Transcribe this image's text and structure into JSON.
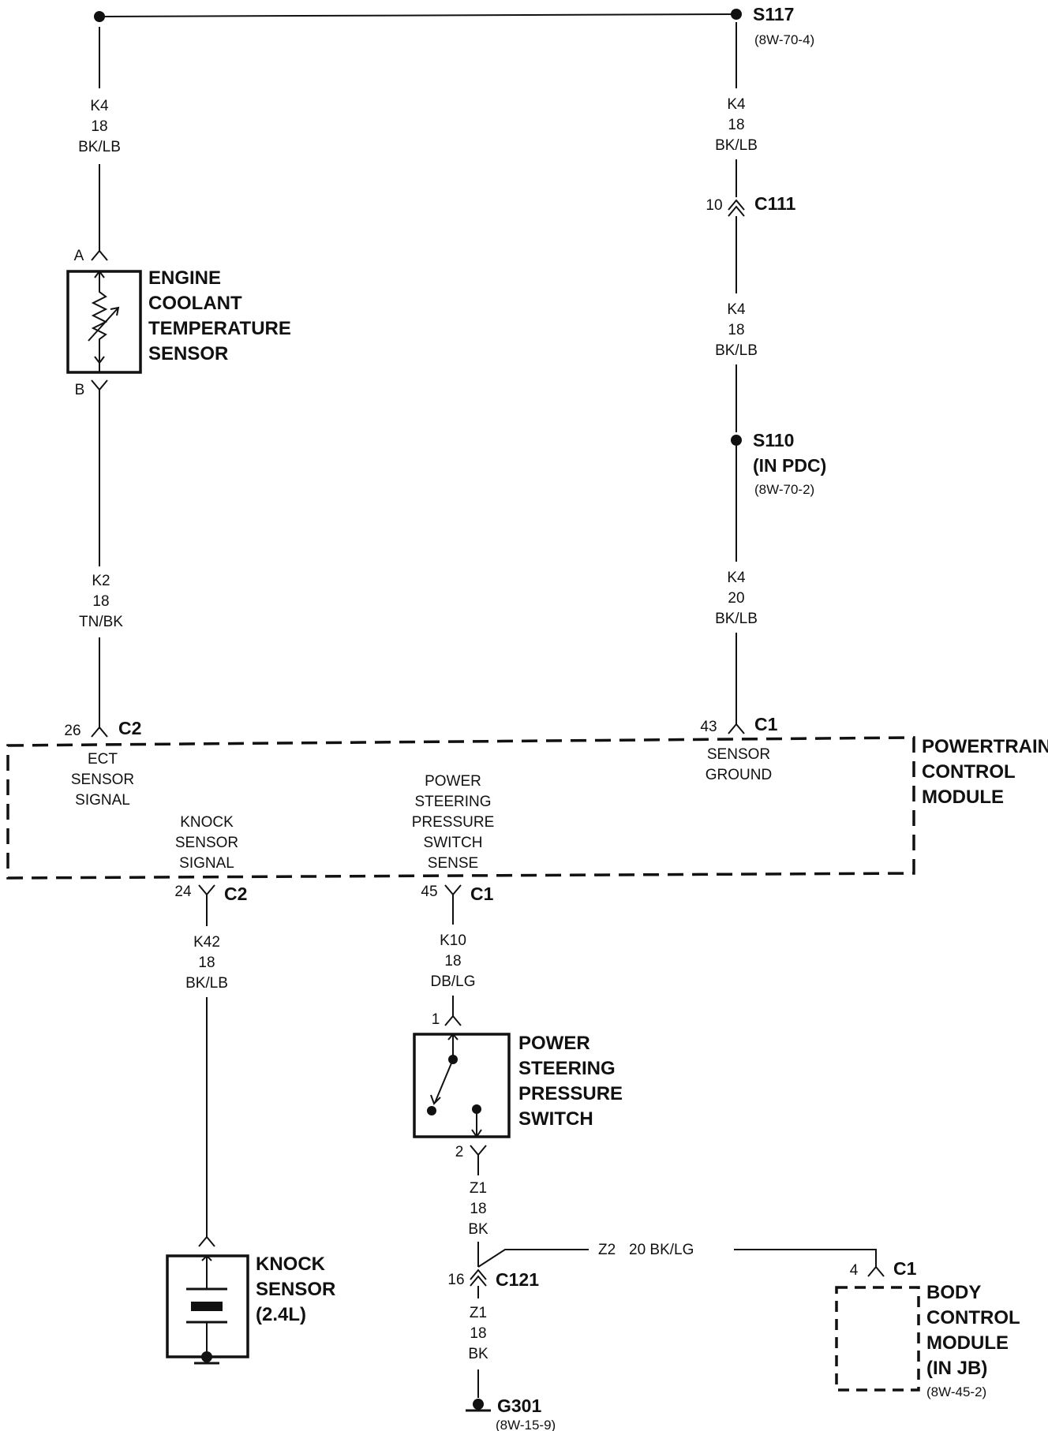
{
  "splices": {
    "s117": {
      "name": "S117",
      "ref": "(8W-70-4)"
    },
    "s110": {
      "name": "S110",
      "location": "(IN PDC)",
      "ref": "(8W-70-2)"
    }
  },
  "wires": {
    "k4_left": {
      "circuit": "K4",
      "gauge": "18",
      "color": "BK/LB"
    },
    "k4_right_top": {
      "circuit": "K4",
      "gauge": "18",
      "color": "BK/LB"
    },
    "k4_right_mid": {
      "circuit": "K4",
      "gauge": "18",
      "color": "BK/LB"
    },
    "k4_right_low": {
      "circuit": "K4",
      "gauge": "20",
      "color": "BK/LB"
    },
    "k2": {
      "circuit": "K2",
      "gauge": "18",
      "color": "TN/BK"
    },
    "k42": {
      "circuit": "K42",
      "gauge": "18",
      "color": "BK/LB"
    },
    "k10": {
      "circuit": "K10",
      "gauge": "18",
      "color": "DB/LG"
    },
    "z1_upper": {
      "circuit": "Z1",
      "gauge": "18",
      "color": "BK"
    },
    "z1_lower": {
      "circuit": "Z1",
      "gauge": "18",
      "color": "BK"
    },
    "z2": {
      "circuit": "Z2",
      "spec": "20 BK/LG"
    }
  },
  "connectors": {
    "c111": {
      "pin": "10",
      "name": "C111"
    },
    "ect_a": {
      "pin": "A"
    },
    "ect_b": {
      "pin": "B"
    },
    "pcm_c2_26": {
      "pin": "26",
      "name": "C2"
    },
    "pcm_c1_43": {
      "pin": "43",
      "name": "C1"
    },
    "pcm_c2_24": {
      "pin": "24",
      "name": "C2"
    },
    "pcm_c1_45": {
      "pin": "45",
      "name": "C1"
    },
    "pss_1": {
      "pin": "1"
    },
    "pss_2": {
      "pin": "2"
    },
    "c121": {
      "pin": "16",
      "name": "C121"
    },
    "bcm_c1": {
      "pin": "4",
      "name": "C1"
    }
  },
  "components": {
    "ect_sensor": [
      "ENGINE",
      "COOLANT",
      "TEMPERATURE",
      "SENSOR"
    ],
    "pcm": [
      "POWERTRAIN",
      "CONTROL",
      "MODULE"
    ],
    "ps_switch": [
      "POWER",
      "STEERING",
      "PRESSURE",
      "SWITCH"
    ],
    "knock_sensor": [
      "KNOCK",
      "SENSOR",
      "(2.4L)"
    ],
    "bcm": [
      "BODY",
      "CONTROL",
      "MODULE",
      "(IN JB)"
    ],
    "bcm_ref": "(8W-45-2)"
  },
  "pcm_pins": {
    "ect_signal": [
      "ECT",
      "SENSOR",
      "SIGNAL"
    ],
    "sensor_ground": [
      "SENSOR",
      "GROUND"
    ],
    "knock_signal": [
      "KNOCK",
      "SENSOR",
      "SIGNAL"
    ],
    "ps_sense": [
      "POWER",
      "STEERING",
      "PRESSURE",
      "SWITCH",
      "SENSE"
    ]
  },
  "ground": {
    "name": "G301",
    "ref": "(8W-15-9)"
  }
}
